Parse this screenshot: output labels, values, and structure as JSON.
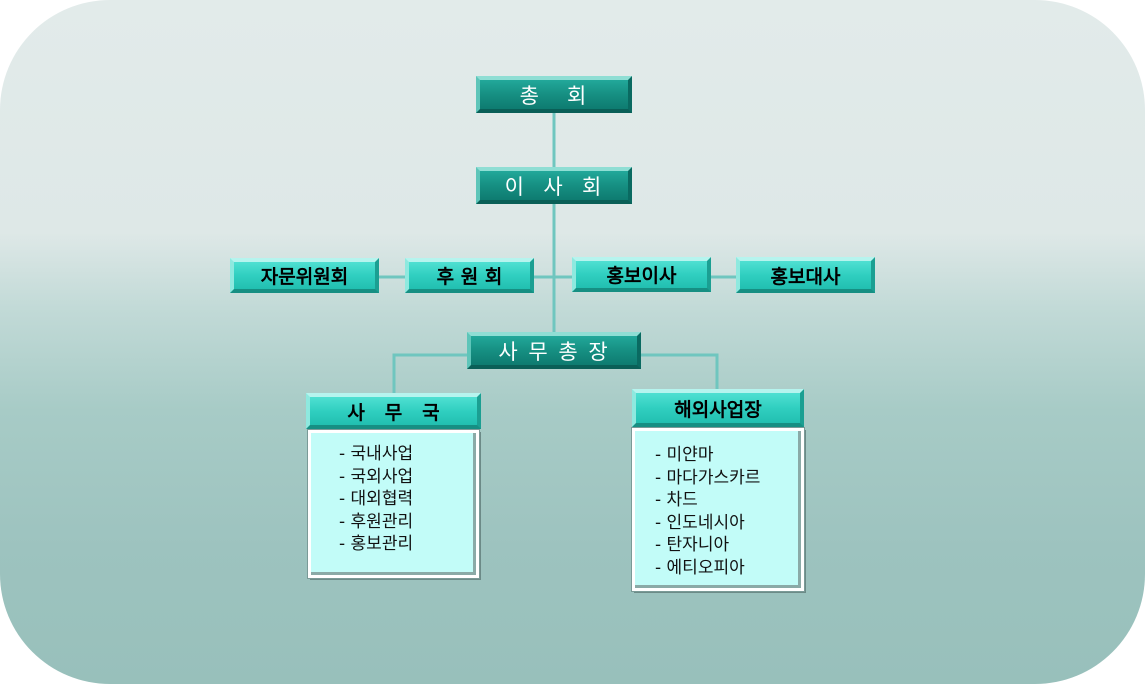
{
  "org": {
    "general_assembly": "총   회",
    "board": "이  사  회",
    "advisory": "자문위원회",
    "supporters": "후 원 회",
    "pr_director": "홍보이사",
    "ambassador": "홍보대사",
    "secretary_general": "사 무 총 장",
    "secretariat": {
      "title": "사   무   국",
      "items": [
        "- 국내사업",
        "- 국외사업",
        "- 대외협력",
        "- 후원관리",
        "- 홍보관리"
      ]
    },
    "overseas": {
      "title": "해외사업장",
      "items": [
        "- 미얀마",
        "- 마다가스카르",
        "- 차드",
        "- 인도네시아",
        "- 탄자니아",
        "- 에티오피아"
      ]
    }
  },
  "colors": {
    "connector": "#6fc6bf",
    "primary_box": "#168f82",
    "secondary_box": "#30cfc0",
    "list_background": "#c2fcf8"
  }
}
